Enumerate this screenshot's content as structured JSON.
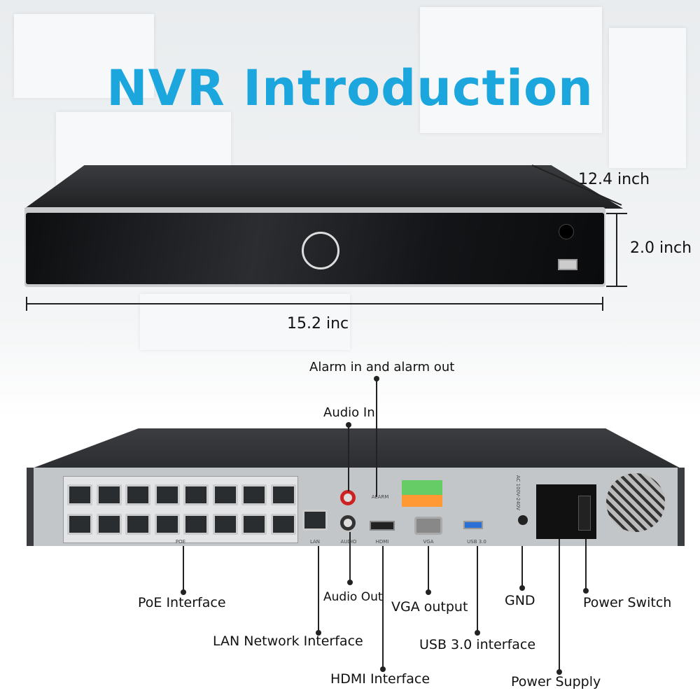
{
  "title": "NVR Introduction",
  "dimensions": {
    "depth": "12.4 inch",
    "height": "2.0 inch",
    "width": "15.2 inc"
  },
  "panel_labels": {
    "poe": "POE",
    "lan": "LAN",
    "audio": "AUDIO",
    "hdmi": "HDMI",
    "vga": "VGA",
    "usb": "USB 3.0",
    "alarm": "ALARM",
    "ac": "AC 100V-240V"
  },
  "callouts": {
    "alarm": "Alarm in and alarm out",
    "audio_in": "Audio In",
    "poe": "PoE Interface",
    "audio_out": "Audio Out",
    "vga": "VGA output",
    "gnd": "GND",
    "power_switch": "Power Switch",
    "lan": "LAN Network Interface",
    "usb": "USB 3.0 interface",
    "hdmi": "HDMI Interface",
    "power_supply": "Power Supply"
  },
  "colors": {
    "title": "#1ba6de"
  }
}
